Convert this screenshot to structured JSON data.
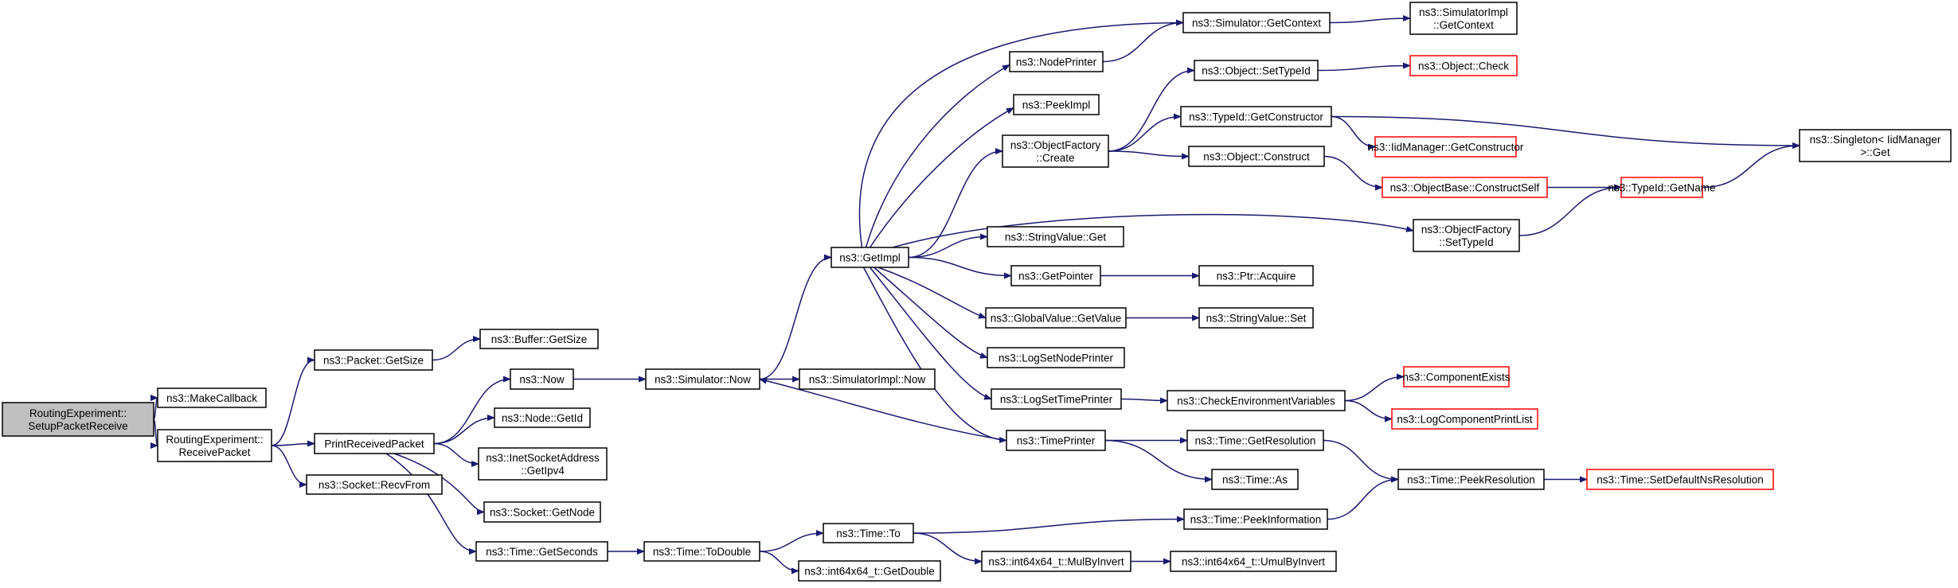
{
  "graph": {
    "nodes": [
      {
        "id": "root",
        "lines": [
          "RoutingExperiment::",
          "SetupPacketReceive"
        ],
        "style": "root"
      },
      {
        "id": "mkcb",
        "lines": [
          "ns3::MakeCallback"
        ]
      },
      {
        "id": "recv",
        "lines": [
          "RoutingExperiment::",
          "ReceivePacket"
        ]
      },
      {
        "id": "pgs",
        "lines": [
          "ns3::Packet::GetSize"
        ]
      },
      {
        "id": "bgs",
        "lines": [
          "ns3::Buffer::GetSize"
        ]
      },
      {
        "id": "prp",
        "lines": [
          "PrintReceivedPacket"
        ]
      },
      {
        "id": "srf",
        "lines": [
          "ns3::Socket::RecvFrom"
        ]
      },
      {
        "id": "now",
        "lines": [
          "ns3::Now"
        ]
      },
      {
        "id": "ngid",
        "lines": [
          "ns3::Node::GetId"
        ]
      },
      {
        "id": "isa",
        "lines": [
          "ns3::InetSocketAddress",
          "::GetIpv4"
        ]
      },
      {
        "id": "sgn",
        "lines": [
          "ns3::Socket::GetNode"
        ]
      },
      {
        "id": "tgs",
        "lines": [
          "ns3::Time::GetSeconds"
        ]
      },
      {
        "id": "snow",
        "lines": [
          "ns3::Simulator::Now"
        ]
      },
      {
        "id": "sinow",
        "lines": [
          "ns3::SimulatorImpl::Now"
        ]
      },
      {
        "id": "gimpl",
        "lines": [
          "ns3::GetImpl"
        ]
      },
      {
        "id": "sgc",
        "lines": [
          "ns3::Simulator::GetContext"
        ]
      },
      {
        "id": "sigc",
        "lines": [
          "ns3::SimulatorImpl",
          "::GetContext"
        ]
      },
      {
        "id": "np",
        "lines": [
          "ns3::NodePrinter"
        ]
      },
      {
        "id": "peek",
        "lines": [
          "ns3::PeekImpl"
        ]
      },
      {
        "id": "ofc",
        "lines": [
          "ns3::ObjectFactory",
          "::Create"
        ]
      },
      {
        "id": "ost",
        "lines": [
          "ns3::Object::SetTypeId"
        ]
      },
      {
        "id": "och",
        "lines": [
          "ns3::Object::Check"
        ],
        "style": "red"
      },
      {
        "id": "tgc",
        "lines": [
          "ns3::TypeId::GetConstructor"
        ]
      },
      {
        "id": "imgc",
        "lines": [
          "ns3::IidManager::GetConstructor"
        ],
        "style": "red"
      },
      {
        "id": "ocon",
        "lines": [
          "ns3::Object::Construct"
        ]
      },
      {
        "id": "obcs",
        "lines": [
          "ns3::ObjectBase::ConstructSelf"
        ],
        "style": "red"
      },
      {
        "id": "tgn",
        "lines": [
          "ns3::TypeId::GetName"
        ],
        "style": "red"
      },
      {
        "id": "sing",
        "lines": [
          "ns3::Singleton< IidManager",
          ">::Get"
        ]
      },
      {
        "id": "ofst",
        "lines": [
          "ns3::ObjectFactory",
          "::SetTypeId"
        ]
      },
      {
        "id": "svg",
        "lines": [
          "ns3::StringValue::Get"
        ]
      },
      {
        "id": "gptr",
        "lines": [
          "ns3::GetPointer"
        ]
      },
      {
        "id": "pacq",
        "lines": [
          "ns3::Ptr::Acquire"
        ]
      },
      {
        "id": "gvgv",
        "lines": [
          "ns3::GlobalValue::GetValue"
        ]
      },
      {
        "id": "svs",
        "lines": [
          "ns3::StringValue::Set"
        ]
      },
      {
        "id": "lsnp",
        "lines": [
          "ns3::LogSetNodePrinter"
        ]
      },
      {
        "id": "lstp",
        "lines": [
          "ns3::LogSetTimePrinter"
        ]
      },
      {
        "id": "cev",
        "lines": [
          "ns3::CheckEnvironmentVariables"
        ]
      },
      {
        "id": "cex",
        "lines": [
          "ns3::ComponentExists"
        ],
        "style": "red"
      },
      {
        "id": "lcpl",
        "lines": [
          "ns3::LogComponentPrintList"
        ],
        "style": "red"
      },
      {
        "id": "tp",
        "lines": [
          "ns3::TimePrinter"
        ]
      },
      {
        "id": "tgr",
        "lines": [
          "ns3::Time::GetResolution"
        ]
      },
      {
        "id": "tas",
        "lines": [
          "ns3::Time::As"
        ]
      },
      {
        "id": "tpr",
        "lines": [
          "ns3::Time::PeekResolution"
        ]
      },
      {
        "id": "tsdn",
        "lines": [
          "ns3::Time::SetDefaultNsResolution"
        ],
        "style": "red"
      },
      {
        "id": "tpi",
        "lines": [
          "ns3::Time::PeekInformation"
        ]
      },
      {
        "id": "ttd",
        "lines": [
          "ns3::Time::ToDouble"
        ]
      },
      {
        "id": "tto",
        "lines": [
          "ns3::Time::To"
        ]
      },
      {
        "id": "i64gd",
        "lines": [
          "ns3::int64x64_t::GetDouble"
        ]
      },
      {
        "id": "i64mbi",
        "lines": [
          "ns3::int64x64_t::MulByInvert"
        ]
      },
      {
        "id": "i64umi",
        "lines": [
          "ns3::int64x64_t::UmulByInvert"
        ]
      }
    ],
    "edges": [
      [
        "root",
        "mkcb"
      ],
      [
        "root",
        "recv"
      ],
      [
        "recv",
        "pgs"
      ],
      [
        "recv",
        "prp"
      ],
      [
        "recv",
        "srf"
      ],
      [
        "pgs",
        "bgs"
      ],
      [
        "prp",
        "now"
      ],
      [
        "prp",
        "ngid"
      ],
      [
        "prp",
        "isa"
      ],
      [
        "prp",
        "sgn"
      ],
      [
        "prp",
        "tgs"
      ],
      [
        "now",
        "snow"
      ],
      [
        "tgs",
        "ttd"
      ],
      [
        "snow",
        "gimpl"
      ],
      [
        "snow",
        "sinow"
      ],
      [
        "gimpl",
        "sgc"
      ],
      [
        "gimpl",
        "np"
      ],
      [
        "gimpl",
        "peek"
      ],
      [
        "gimpl",
        "ofc"
      ],
      [
        "gimpl",
        "ofst"
      ],
      [
        "gimpl",
        "svg"
      ],
      [
        "gimpl",
        "gptr"
      ],
      [
        "gimpl",
        "gvgv"
      ],
      [
        "gimpl",
        "lsnp"
      ],
      [
        "gimpl",
        "lstp"
      ],
      [
        "gimpl",
        "tp"
      ],
      [
        "sgc",
        "sigc"
      ],
      [
        "np",
        "sgc"
      ],
      [
        "ofc",
        "ost"
      ],
      [
        "ofc",
        "tgc"
      ],
      [
        "ofc",
        "ocon"
      ],
      [
        "ost",
        "och"
      ],
      [
        "tgc",
        "imgc"
      ],
      [
        "tgc",
        "sing"
      ],
      [
        "ocon",
        "obcs"
      ],
      [
        "obcs",
        "tgn"
      ],
      [
        "tgn",
        "sing"
      ],
      [
        "ofst",
        "tgn"
      ],
      [
        "gptr",
        "pacq"
      ],
      [
        "gvgv",
        "svs"
      ],
      [
        "lstp",
        "cev"
      ],
      [
        "cev",
        "cex"
      ],
      [
        "cev",
        "lcpl"
      ],
      [
        "tp",
        "snow"
      ],
      [
        "tp",
        "tgr"
      ],
      [
        "tp",
        "tas"
      ],
      [
        "tgr",
        "tpr"
      ],
      [
        "tpr",
        "tsdn"
      ],
      [
        "tpi",
        "tpr"
      ],
      [
        "ttd",
        "tto"
      ],
      [
        "ttd",
        "i64gd"
      ],
      [
        "tto",
        "tpi"
      ],
      [
        "tto",
        "i64mbi"
      ],
      [
        "i64mbi",
        "i64umi"
      ]
    ]
  },
  "colors": {
    "edge": "#191970",
    "root_fill": "#bfbfbf",
    "node_border": "#000000",
    "red_border": "#ff0000"
  }
}
